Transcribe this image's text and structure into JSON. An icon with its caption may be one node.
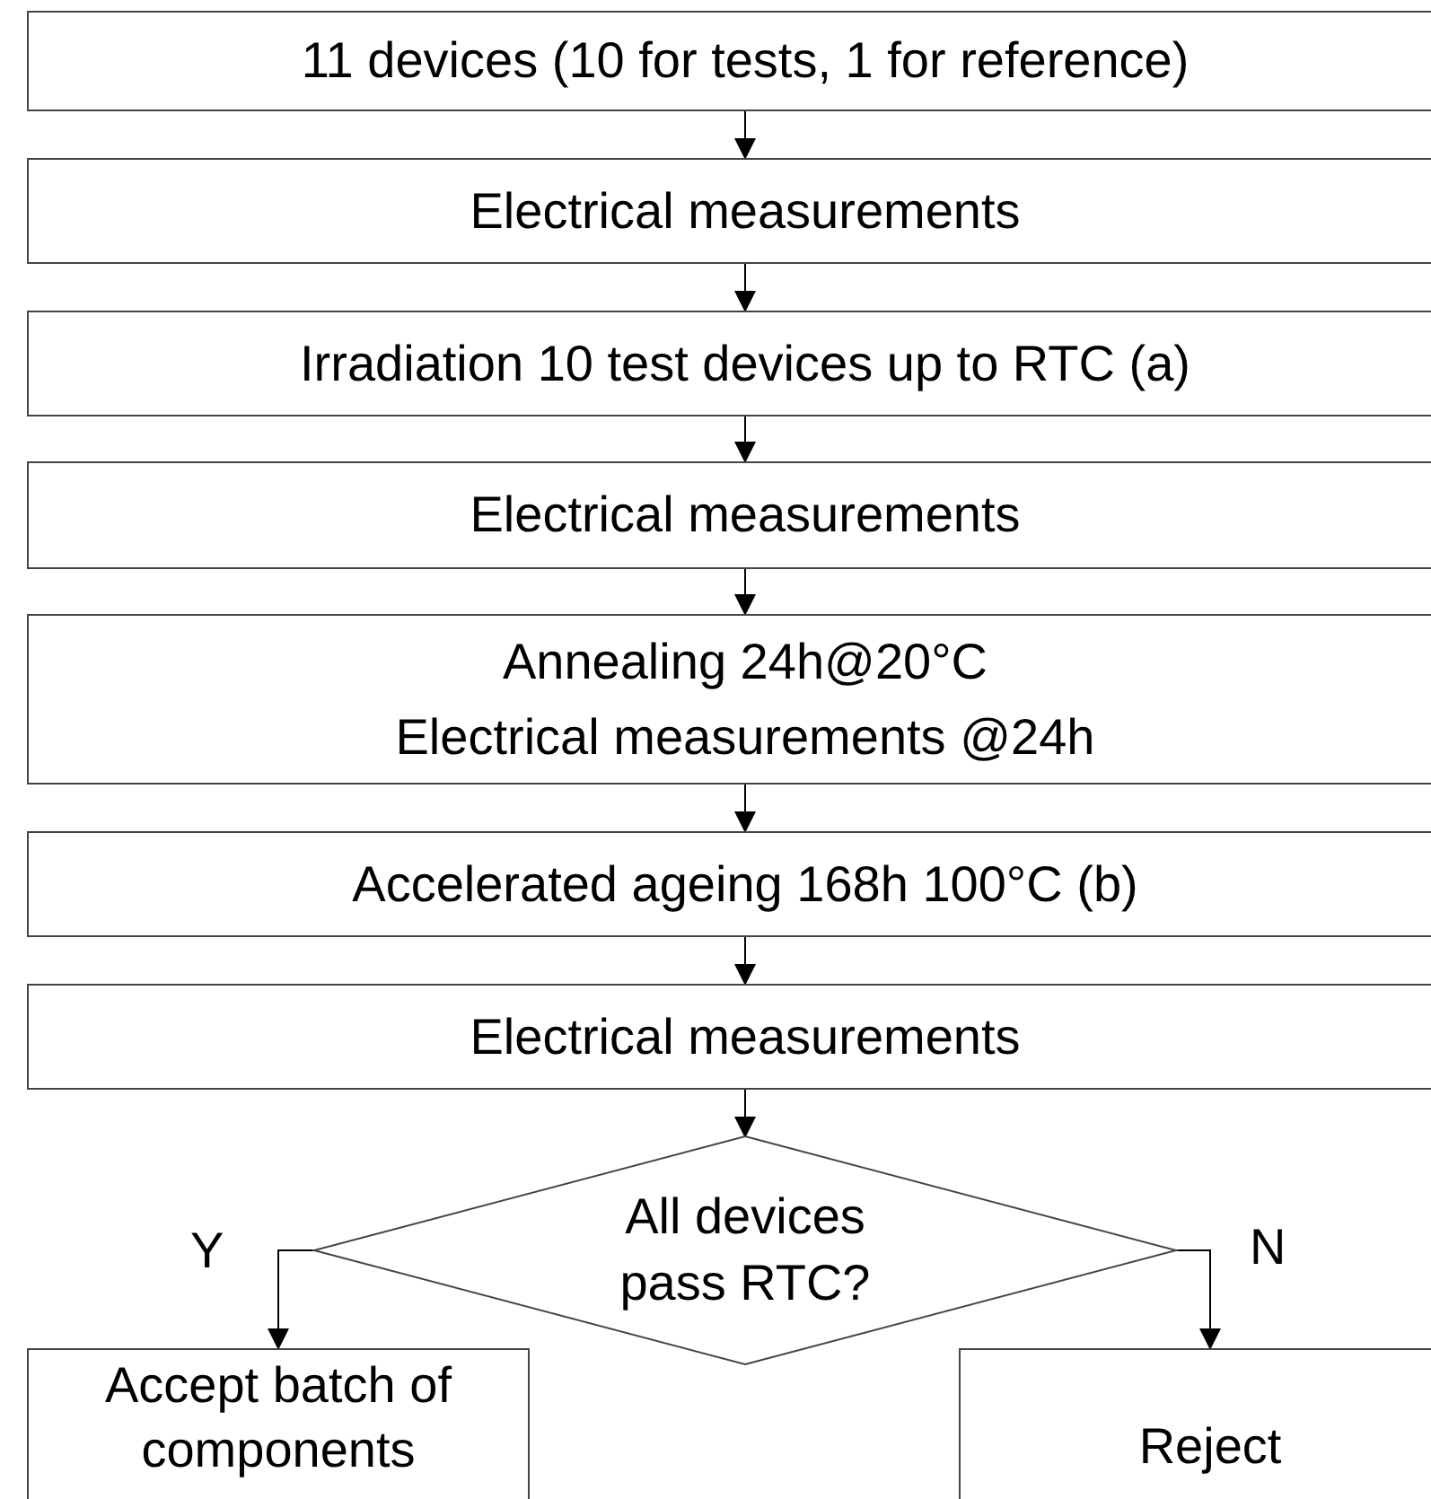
{
  "diagram": {
    "nodes": [
      {
        "text": [
          "11 devices (10 for tests, 1 for reference)"
        ]
      },
      {
        "text": [
          "Electrical measurements"
        ]
      },
      {
        "text": [
          "Irradiation 10 test devices up to RTC (a)"
        ]
      },
      {
        "text": [
          "Electrical measurements"
        ]
      },
      {
        "text": [
          "Annealing 24h@20°C",
          "Electrical measurements @24h"
        ]
      },
      {
        "text": [
          "Accelerated ageing 168h 100°C (b)"
        ]
      },
      {
        "text": [
          "Electrical measurements"
        ]
      },
      {
        "text": [
          "All devices pass RTC?"
        ]
      },
      {
        "text": [
          "Accept batch of components"
        ]
      },
      {
        "text": [
          "Reject"
        ]
      }
    ],
    "edges": [
      {
        "from": 0,
        "to": 1,
        "arrow": "to"
      },
      {
        "from": 1,
        "to": 2,
        "arrow": "to"
      },
      {
        "from": 2,
        "to": 3,
        "arrow": "to"
      },
      {
        "from": 3,
        "to": 4,
        "arrow": "to"
      },
      {
        "from": 4,
        "to": 5,
        "arrow": "to"
      },
      {
        "from": 5,
        "to": 6,
        "arrow": "to"
      },
      {
        "from": 6,
        "to": 7,
        "arrow": "to"
      },
      {
        "from": 7,
        "to": 8,
        "arrow": "to",
        "label": "Y"
      },
      {
        "from": 7,
        "to": 9,
        "arrow": "to",
        "label": "N"
      }
    ]
  }
}
